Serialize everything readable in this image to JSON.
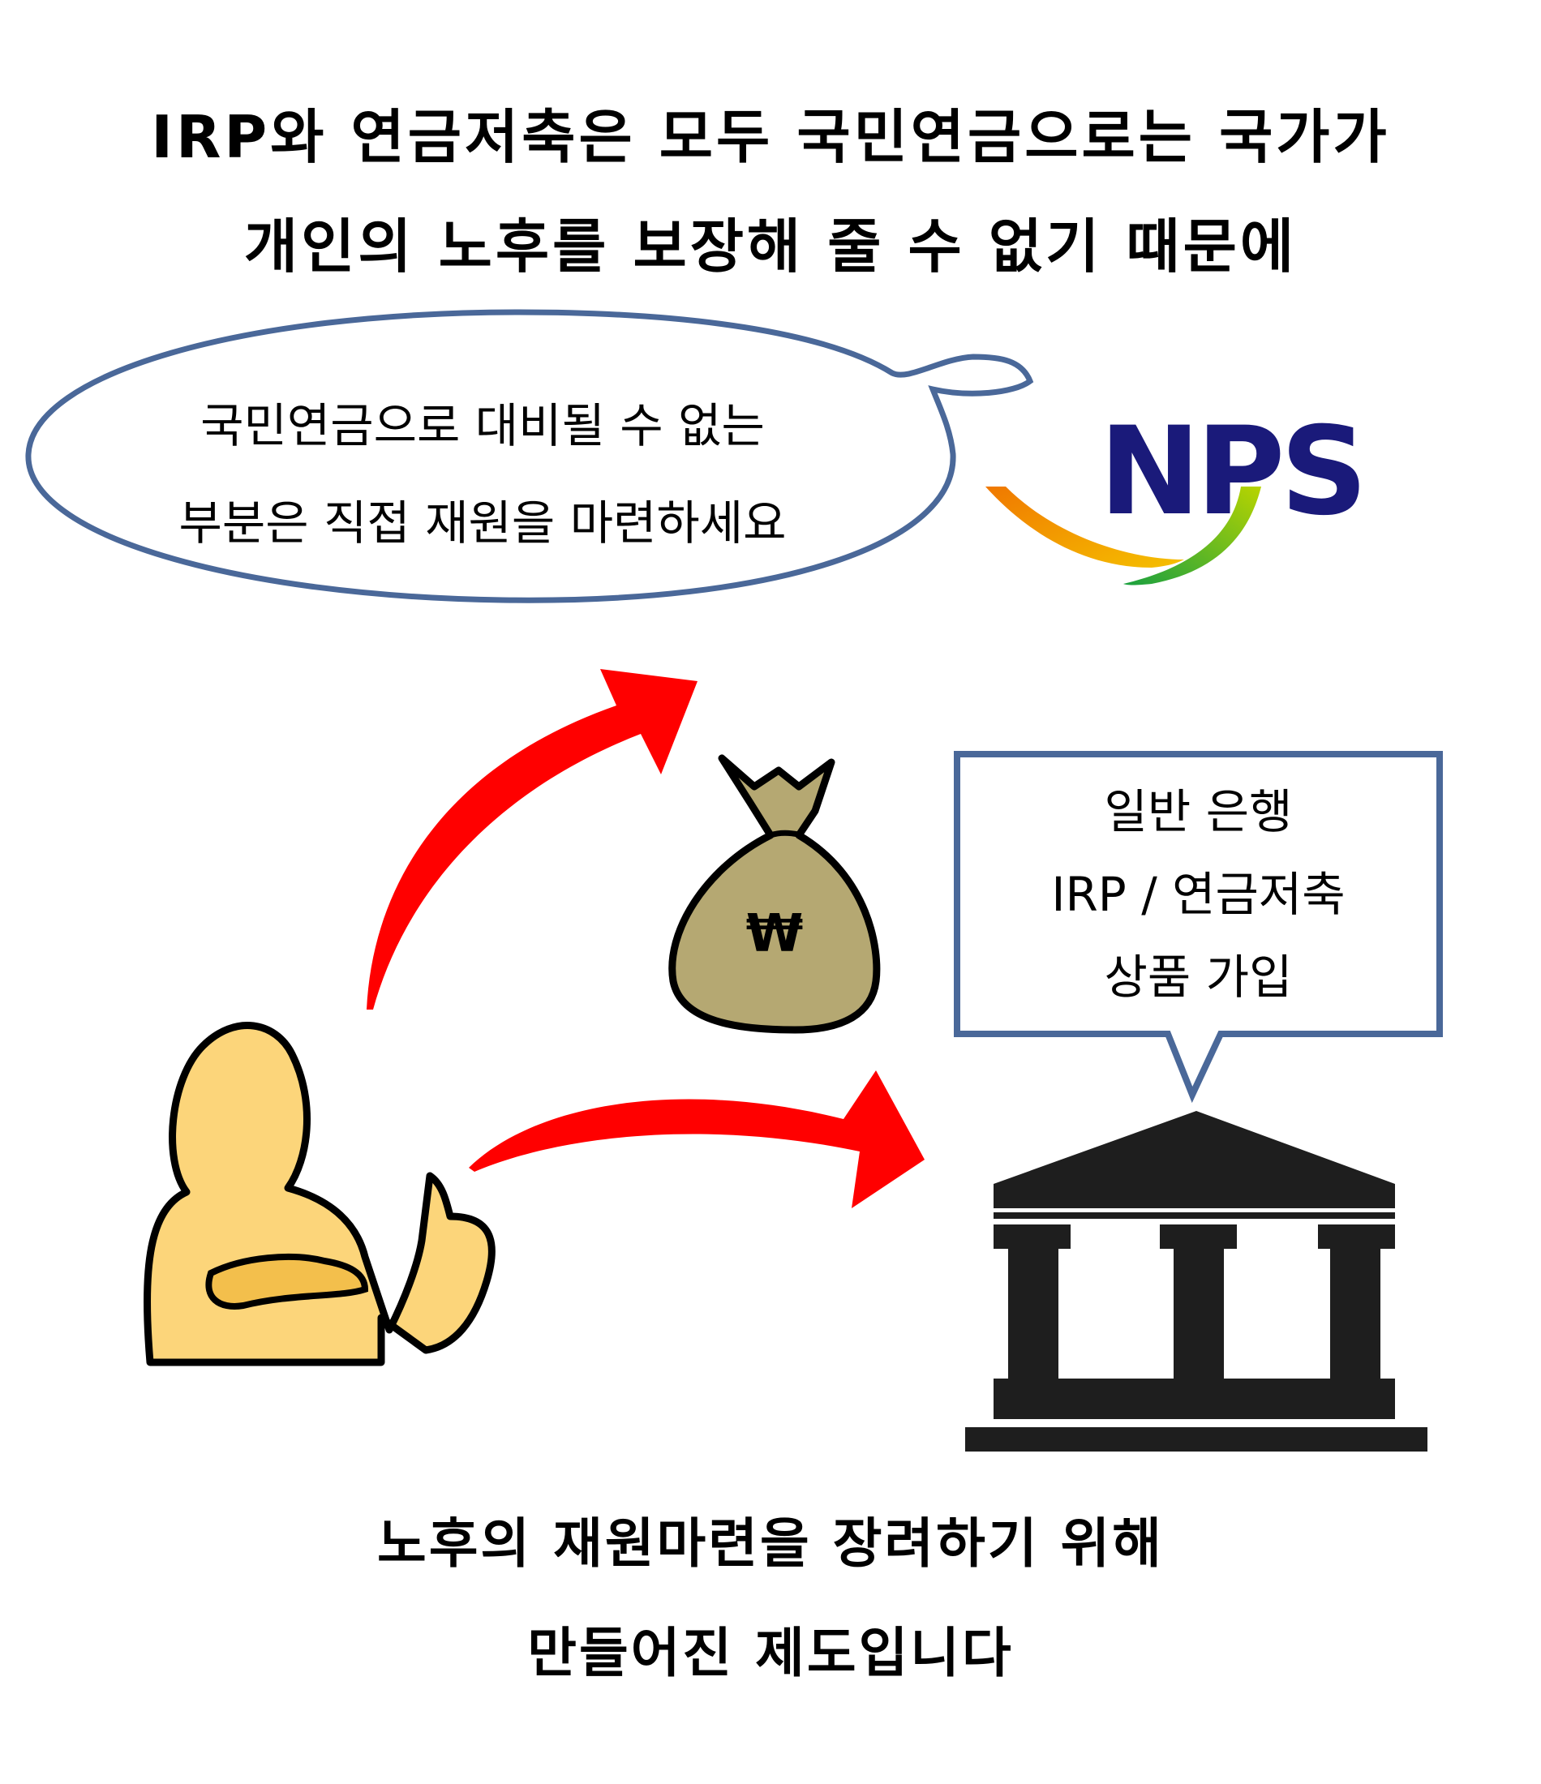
{
  "header": {
    "line1": "IRP와 연금저축은 모두 국민연금으로는 국가가",
    "line2": "개인의 노후를 보장해 줄 수 없기 때문에"
  },
  "speech_bubble": {
    "line1": "국민연금으로 대비될 수 없는",
    "line2": "부분은 직접 재원을 마련하세요",
    "border_color": "#4a6899"
  },
  "logo": {
    "text": "NPS",
    "text_color": "#1a1a7a",
    "swoosh_colors": [
      "#f07800",
      "#f5c000",
      "#9acd00",
      "#1aa040"
    ]
  },
  "money_bag": {
    "symbol": "₩",
    "fill_color": "#b5a872"
  },
  "bank_box": {
    "line1": "일반 은행",
    "line2": "IRP / 연금저축",
    "line3": "상품 가입",
    "border_color": "#4a6899"
  },
  "icons": {
    "person": "person-icon",
    "arrow": "arrow-icon",
    "bank": "bank-icon",
    "money_bag": "money-bag-icon"
  },
  "colors": {
    "arrow": "#ff0000",
    "person_fill": "#fcd57a",
    "person_shade": "#f3bf4c",
    "bank_fill": "#1e1e1e"
  },
  "footer": {
    "line1": "노후의 재원마련을 장려하기 위해",
    "line2": "만들어진 제도입니다"
  }
}
